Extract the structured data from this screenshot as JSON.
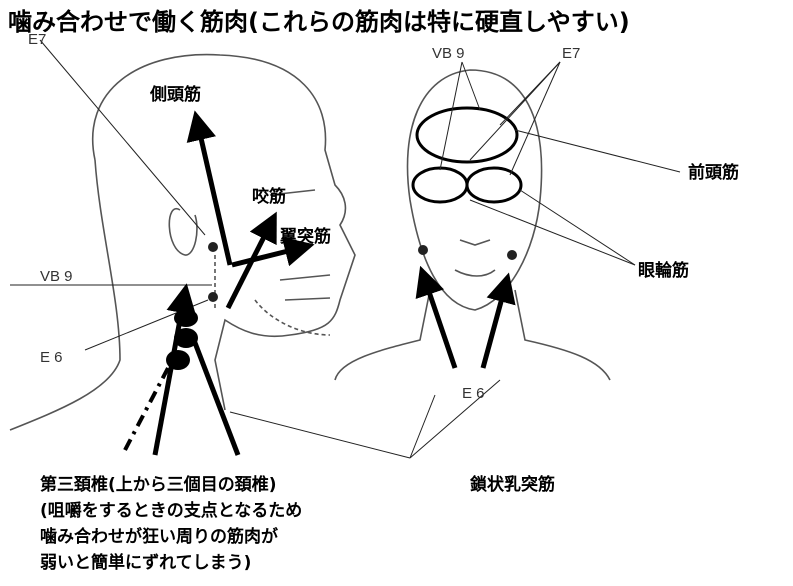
{
  "title": "噛み合わせで働く筋肉(これらの筋肉は特に硬直しやすい)",
  "points": {
    "left_e7": "E7",
    "left_vb9": "VB 9",
    "left_e6": "E 6",
    "right_vb9": "VB 9",
    "right_e7": "E7",
    "right_e6": "E 6"
  },
  "muscles": {
    "temporalis": "側頭筋",
    "masseter": "咬筋",
    "pterygoid": "翼突筋",
    "frontalis": "前頭筋",
    "orbicularis": "眼輪筋",
    "sternocleidomastoid": "鎖状乳突筋"
  },
  "note": {
    "lines": [
      "第三頚椎(上から三個目の頚椎)",
      "(咀嚼をするときの支点となるため",
      "噛み合わせが狂い周りの筋肉が",
      "弱いと簡単にずれてしまう)"
    ]
  }
}
